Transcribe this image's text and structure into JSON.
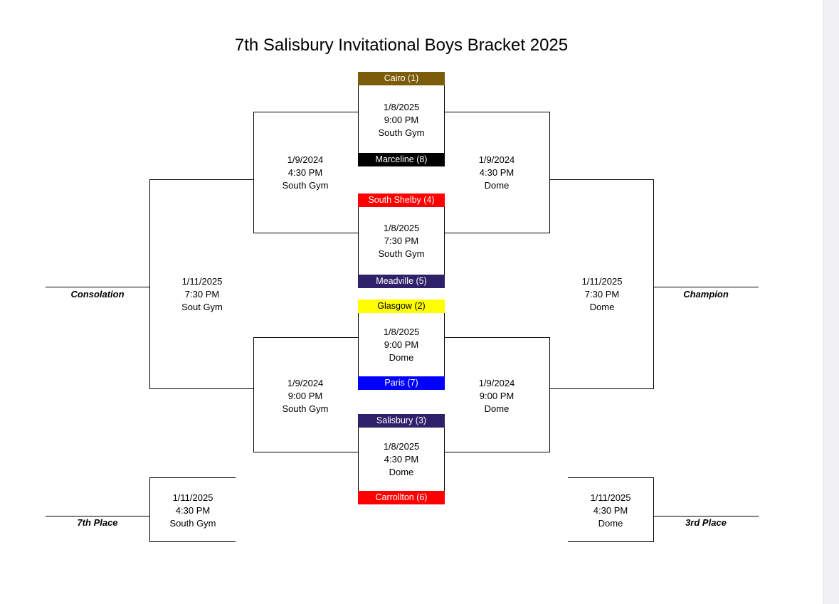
{
  "title": "7th Salisbury Invitational Boys Bracket 2025",
  "colors": {
    "cairo": "#7a5c0a",
    "marceline": "#000000",
    "south_shelby": "#ff0000",
    "meadville": "#2f206a",
    "glasgow": "#ffff00",
    "paris": "#0000ff",
    "salisbury": "#2f206a",
    "carrollton": "#ff0000"
  },
  "teams": {
    "cairo": "Cairo (1)",
    "marceline": "Marceline (8)",
    "south_shelby": "South Shelby (4)",
    "meadville": "Meadville (5)",
    "glasgow": "Glasgow (2)",
    "paris": "Paris (7)",
    "salisbury": "Salisbury (3)",
    "carrollton": "Carrollton (6)"
  },
  "games": {
    "g1": {
      "date": "1/8/2025",
      "time": "9:00 PM",
      "site": "South Gym"
    },
    "g2": {
      "date": "1/8/2025",
      "time": "7:30 PM",
      "site": "South Gym"
    },
    "g3": {
      "date": "1/8/2025",
      "time": "9:00 PM",
      "site": "Dome"
    },
    "g4": {
      "date": "1/8/2025",
      "time": "4:30 PM",
      "site": "Dome"
    },
    "semi_l_top": {
      "date": "1/9/2024",
      "time": "4:30 PM",
      "site": "South Gym"
    },
    "semi_r_top": {
      "date": "1/9/2024",
      "time": "4:30 PM",
      "site": "Dome"
    },
    "semi_l_bot": {
      "date": "1/9/2024",
      "time": "9:00 PM",
      "site": "South Gym"
    },
    "semi_r_bot": {
      "date": "1/9/2024",
      "time": "9:00 PM",
      "site": "Dome"
    },
    "consolation": {
      "date": "1/11/2025",
      "time": "7:30 PM",
      "site": "Sout Gym"
    },
    "championship": {
      "date": "1/11/2025",
      "time": "7:30 PM",
      "site": "Dome"
    },
    "seventh": {
      "date": "1/11/2025",
      "time": "4:30 PM",
      "site": "South Gym"
    },
    "third": {
      "date": "1/11/2025",
      "time": "4:30 PM",
      "site": "Dome"
    }
  },
  "places": {
    "consolation": "Consolation",
    "champion": "Champion",
    "seventh": "7th Place",
    "third": "3rd Place"
  }
}
